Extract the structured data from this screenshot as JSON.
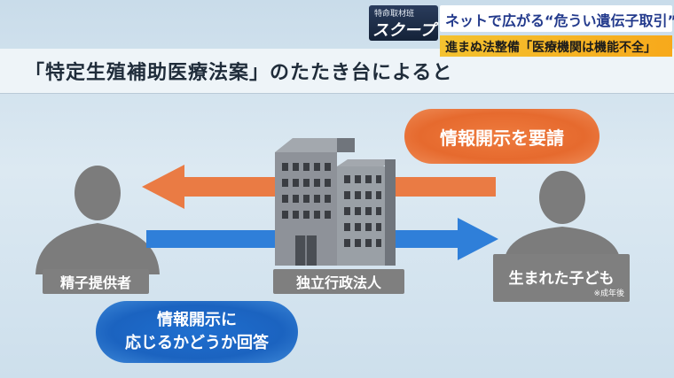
{
  "header": {
    "title": "「特定生殖補助医療法案」のたたき台によると"
  },
  "ticker": {
    "scoop_small": "特命取材班",
    "scoop_big": "スクープ",
    "line1": "ネットで広がる“危うい遺伝子取引”",
    "line2": "進まぬ法整備「医療機関は機能不全」"
  },
  "diagram": {
    "request_label": "情報開示を要請",
    "answer_line1": "情報開示に",
    "answer_line2": "応じるかどうか回答",
    "donor_label": "精子提供者",
    "corp_label": "独立行政法人",
    "child_label": "生まれた子ども",
    "child_note": "※成年後"
  },
  "colors": {
    "orange_arrow": "#ea7b44",
    "blue_arrow": "#2f7fd9",
    "person": "#7c7c7c",
    "building": "#8e9299"
  }
}
